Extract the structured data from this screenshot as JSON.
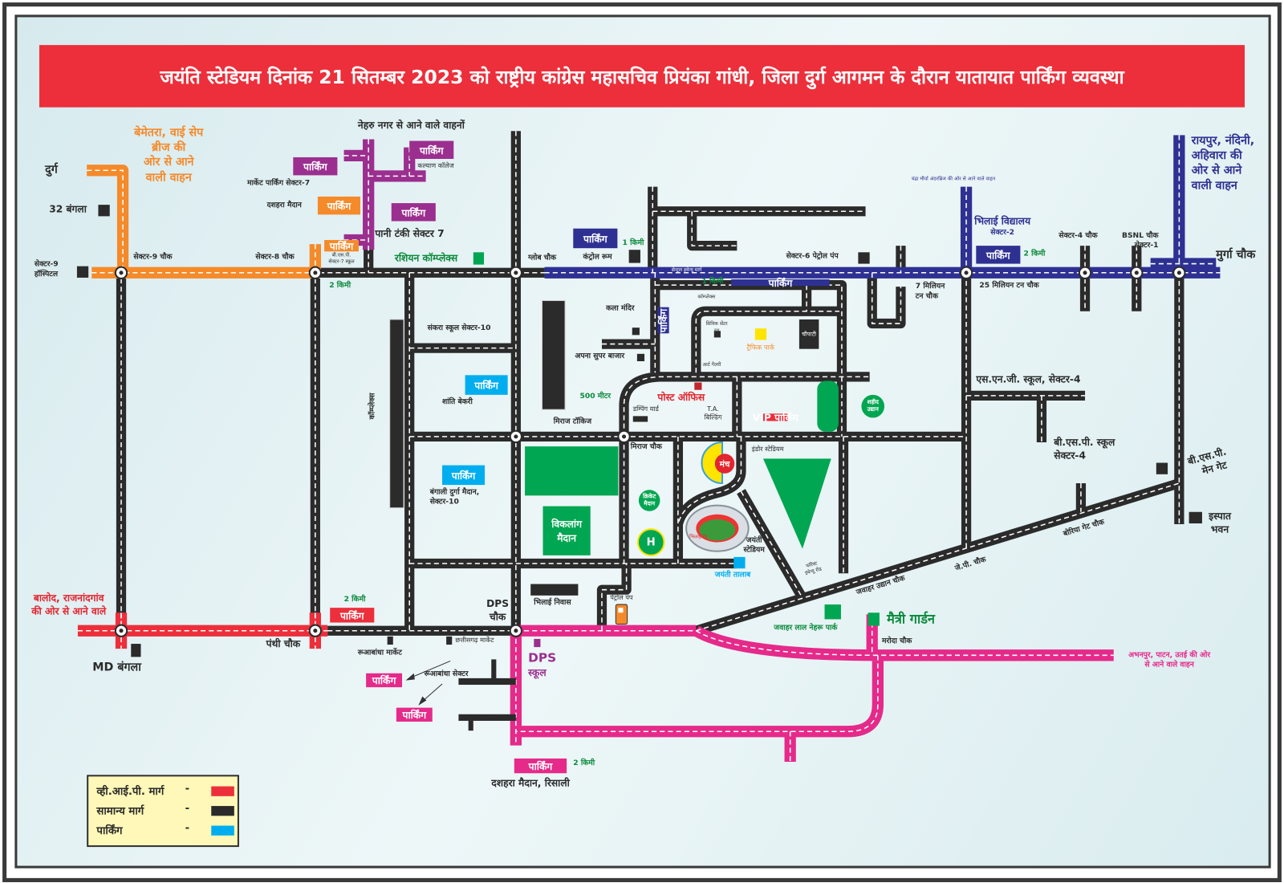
{
  "title": "जयंति स्टेडियम दिनांक 21 सितम्बर 2023 को राष्ट्रीय कांग्रेस महासचिव प्रियंका गांधी, जिला दुर्ग आगमन के दौरान यातायात पार्किंग व्यवस्था",
  "parking_label": "पार्किंग",
  "colors": {
    "vip_route": "#ec2f3b",
    "general_route": "#2b2b2b",
    "parking": "#00aeef",
    "orange_route": "#f58a2a",
    "purple_route": "#9b2f8f",
    "blue_route": "#2e3192",
    "pink_route": "#e52a8a",
    "green": "#00a651"
  },
  "west": {
    "durg": "दुर्ग",
    "bungalow32": "32 बंगला",
    "sector9_hospital": [
      "सेक्टर-9",
      "हॉस्पिटल"
    ],
    "sector9_chowk": "सेक्टर-9 चौक",
    "bemetara": [
      "बेमेतरा, वाई सेप",
      "ब्रीज की",
      "ओर से आने",
      "वाली वाहन"
    ],
    "sector8_chowk": "सेक्टर-8 चौक",
    "balod": [
      "बालोद, राजनांदगांव",
      "की ओर से आने वाले"
    ],
    "md_bungalow": "MD बंगला",
    "panthi_chowk": "पंथी चौक"
  },
  "north": {
    "nehru_nagar": "नेहरु नगर से आने वाले वाहनों",
    "market_parking": "मार्केट पार्किंग सेक्टर-7",
    "dussehra_maidan": "दशहरा मैदान",
    "kalyan_college": "कल्याण कॉलेज",
    "pani_tanki": "पानी टंकी सेक्टर 7",
    "bsp_school": [
      "बी.एस.पी.",
      "सेक्टर-7 स्कूल"
    ],
    "russian_complex": "रशियन कॉम्प्लेक्स",
    "dist_2km": "2 किमी",
    "globe_chowk": "ग्लोब चौक",
    "control_room": "कंट्रोल रूम",
    "dist_1km": "1 किमी",
    "sector6_petrol": "सेक्टर-6 पेट्रोल पंप",
    "central_avenue": "सेन्ट्रल इवेन्यू मार्ग",
    "dist_1km_b": "1 किमी"
  },
  "center": {
    "kala_mandir": "कला मंदिर",
    "apna_bazar": "अपना सुपर बाजार",
    "sankara_school": "संकरा स्कूल सेक्टर-10",
    "complex": "कॉम्प्लेक्स",
    "shanti_bakery": "शांति बेकरी",
    "dist_500m": "500 मीटर",
    "miraj_talkies": "मिराज टॉकिज",
    "bengali_durga": [
      "बंगाली दुर्गा मैदान,",
      "सेक्टर-10"
    ],
    "viklang_maidan": [
      "विकलांग",
      "मैदान"
    ],
    "bhilai_niwas": "भिलाई निवास",
    "dps_chowk": [
      "DPS",
      "चौक"
    ],
    "petrol_pump": "पेट्रोल पंप",
    "jayanti_talab": "जयंती तालाब",
    "jayanti_stadium": [
      "जयंती",
      "स्टेडियम"
    ],
    "forest_avenue": [
      "फॉरेस्ट",
      "इवेन्यू रोड"
    ],
    "cricket_maidan": [
      "क्रिकेट",
      "मैदान"
    ],
    "helipad": "H",
    "miraj_chowk": "मिराज चौक",
    "manch": "मंच",
    "indoor_stadium": "इंडोर स्टेडियम",
    "post_office": "पोस्ट ऑफिस",
    "dumping_yard": "डम्पिंग यार्ड",
    "ta_building": [
      "T.A.",
      "बिल्डिंग"
    ],
    "nehru_art": "नेहरु आर्ट गैलरी",
    "traffic_park": "ट्रैफिक पार्क",
    "chaupati": "चौपाटी",
    "civic_center": [
      "सिविक सेंटर",
      "रथ"
    ],
    "complex_small": "कॉम्प्लेक्स",
    "vip_parking": "VIP पार्किंग",
    "shaheed_udyan": [
      "शहीद",
      "उद्यान"
    ],
    "bhilai_gate": "भिलाई गेट"
  },
  "east": {
    "chandra_maurya": "चंद्रा मौर्या अंडरब्रिज की ओर से आने वाले वाहन",
    "bhilai_vidyalaya": [
      "भिलाई विद्यालय",
      "सेक्टर-2"
    ],
    "dist_2km": "2 किमी",
    "seven_million": [
      "7 मिलियन",
      "टन चौक"
    ],
    "twentyfive_million": "25 मिलियन टन चौक",
    "sector4_chowk": "सेक्टर-4 चौक",
    "bsnl_chowk": [
      "BSNL चौक",
      "सेक्टर-1"
    ],
    "murga_chowk": "मुर्गा चौक",
    "raipur": [
      "रायपुर, नंदिनी,",
      "अहिवारा की",
      "ओर से आने",
      "वाली वाहन"
    ],
    "sng_school": "एस.एन.जी. स्कूल, सेक्टर-4",
    "bsp_school4": [
      "बी.एस.पी. स्कूल",
      "सेक्टर-4"
    ],
    "bsp_main_gate": [
      "बी.एस.पी.",
      "मेन गेट"
    ],
    "ispat_bhawan": [
      "इस्पात",
      "भवन"
    ],
    "boriya_gate": "बोरिया गेट चौक",
    "jp_chowk": "जे.पी. चौक",
    "jawahar_udyan_chowk": "जवाहर उद्यान चौक",
    "nehru_park": "जवाहर लाल नेहरू पार्क",
    "maitri_garden": "मैत्री गार्डन",
    "maroda_chowk": "मरोदा चौक",
    "abhanpur": [
      "अभनपुर, पाटन, उतई की ओर",
      "से आने वाले वाहन"
    ]
  },
  "south": {
    "dist_2km": "2 किमी",
    "ruabandha_market": "रूआबांधा मार्केट",
    "chhattisgarh_market": "छत्तीसगढ़ मार्केट",
    "ruabandha_sector": "रूआबांधा सेक्टर",
    "dps_school": [
      "DPS",
      "स्कूल"
    ],
    "dist_2km_b": "2 किमी",
    "dussehra_risali": "दशहरा मैदान, रिसाली"
  },
  "legend": [
    {
      "label": "व्ही.आई.पी. मार्ग",
      "dash": "-",
      "color": "#ec2f3b"
    },
    {
      "label": "सामान्य मार्ग",
      "dash": "-",
      "color": "#2b2b2b"
    },
    {
      "label": "पार्किंग",
      "dash": "-",
      "color": "#00aeef"
    }
  ]
}
